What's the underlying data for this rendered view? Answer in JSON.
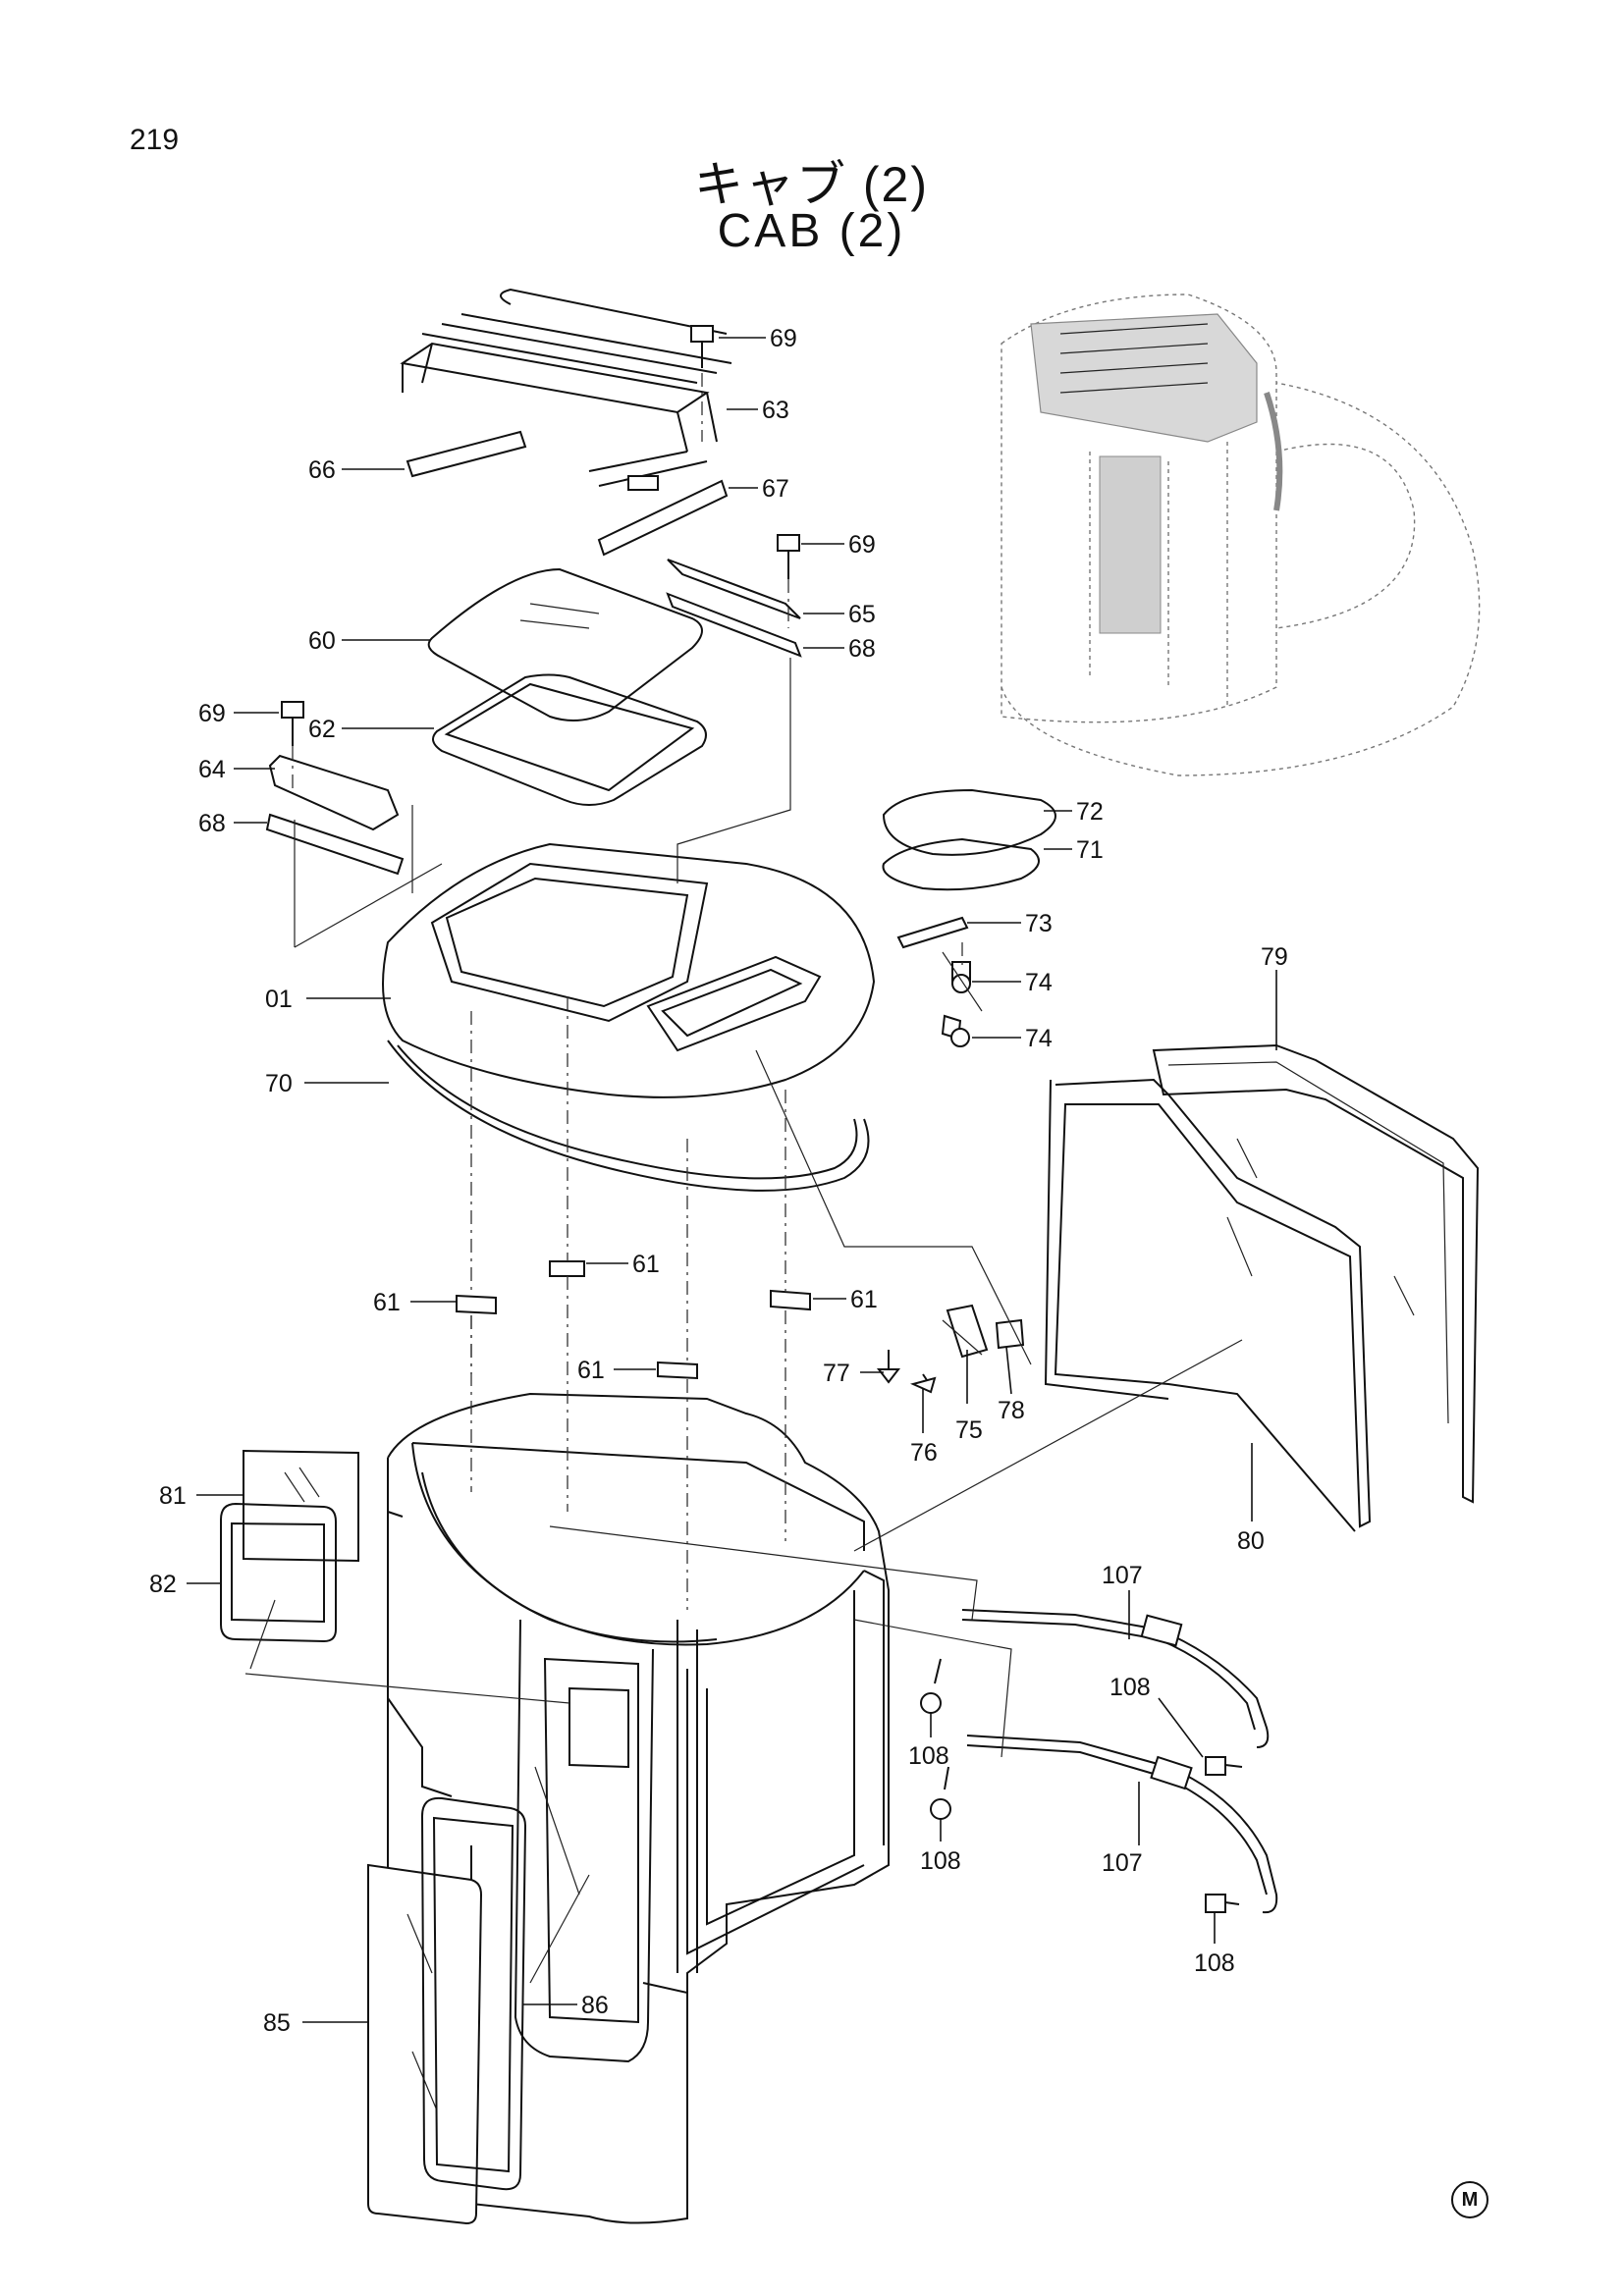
{
  "page_number": "219",
  "title_jp": "キャブ (2)",
  "title_en": "CAB (2)",
  "footer_mark": "M",
  "callouts": {
    "c69a": "69",
    "c63": "63",
    "c66": "66",
    "c67": "67",
    "c69b": "69",
    "c65": "65",
    "c60": "60",
    "c68a": "68",
    "c69c": "69",
    "c62": "62",
    "c64": "64",
    "c68b": "68",
    "c72": "72",
    "c71": "71",
    "c73": "73",
    "c01": "01",
    "c74a": "74",
    "c74b": "74",
    "c70": "70",
    "c79": "79",
    "c61a": "61",
    "c61b": "61",
    "c61c": "61",
    "c61d": "61",
    "c77": "77",
    "c75": "75",
    "c76": "76",
    "c78": "78",
    "c81": "81",
    "c82": "82",
    "c80": "80",
    "c107a": "107",
    "c108a": "108",
    "c108b": "108",
    "c108c": "108",
    "c107b": "107",
    "c108d": "108",
    "c85": "85",
    "c86": "86"
  }
}
